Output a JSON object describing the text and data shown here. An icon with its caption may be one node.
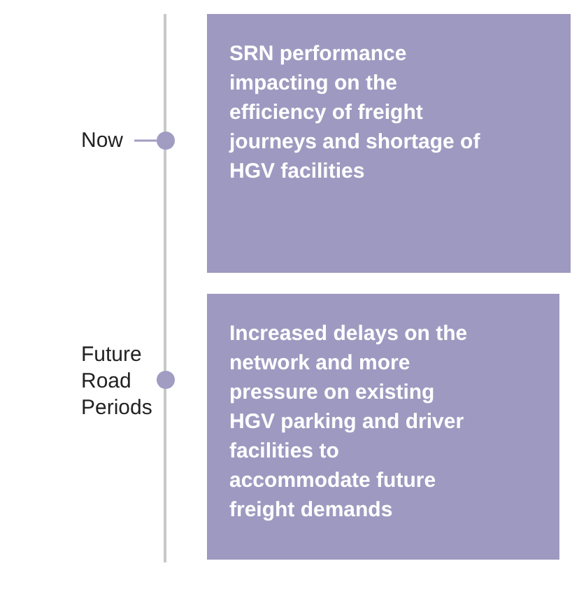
{
  "diagram": {
    "nodes": [
      {
        "text": [
          "Now"
        ]
      },
      {
        "text": [],
        "shape": "circle"
      },
      {
        "text": [
          "SRN performance impacting on the efficiency of freight journeys and shortage of HGV facilities"
        ]
      },
      {
        "text": [
          "Future Road Periods"
        ]
      },
      {
        "text": [],
        "shape": "circle"
      },
      {
        "text": [
          "Increased delays on the network and more pressure on existing HGV parking and driver facilities to accommodate future freight demands"
        ]
      }
    ],
    "edges": [
      {
        "from": 0,
        "to": 1,
        "arrow": "none"
      },
      {
        "from": 3,
        "to": 4,
        "arrow": "none"
      }
    ]
  }
}
